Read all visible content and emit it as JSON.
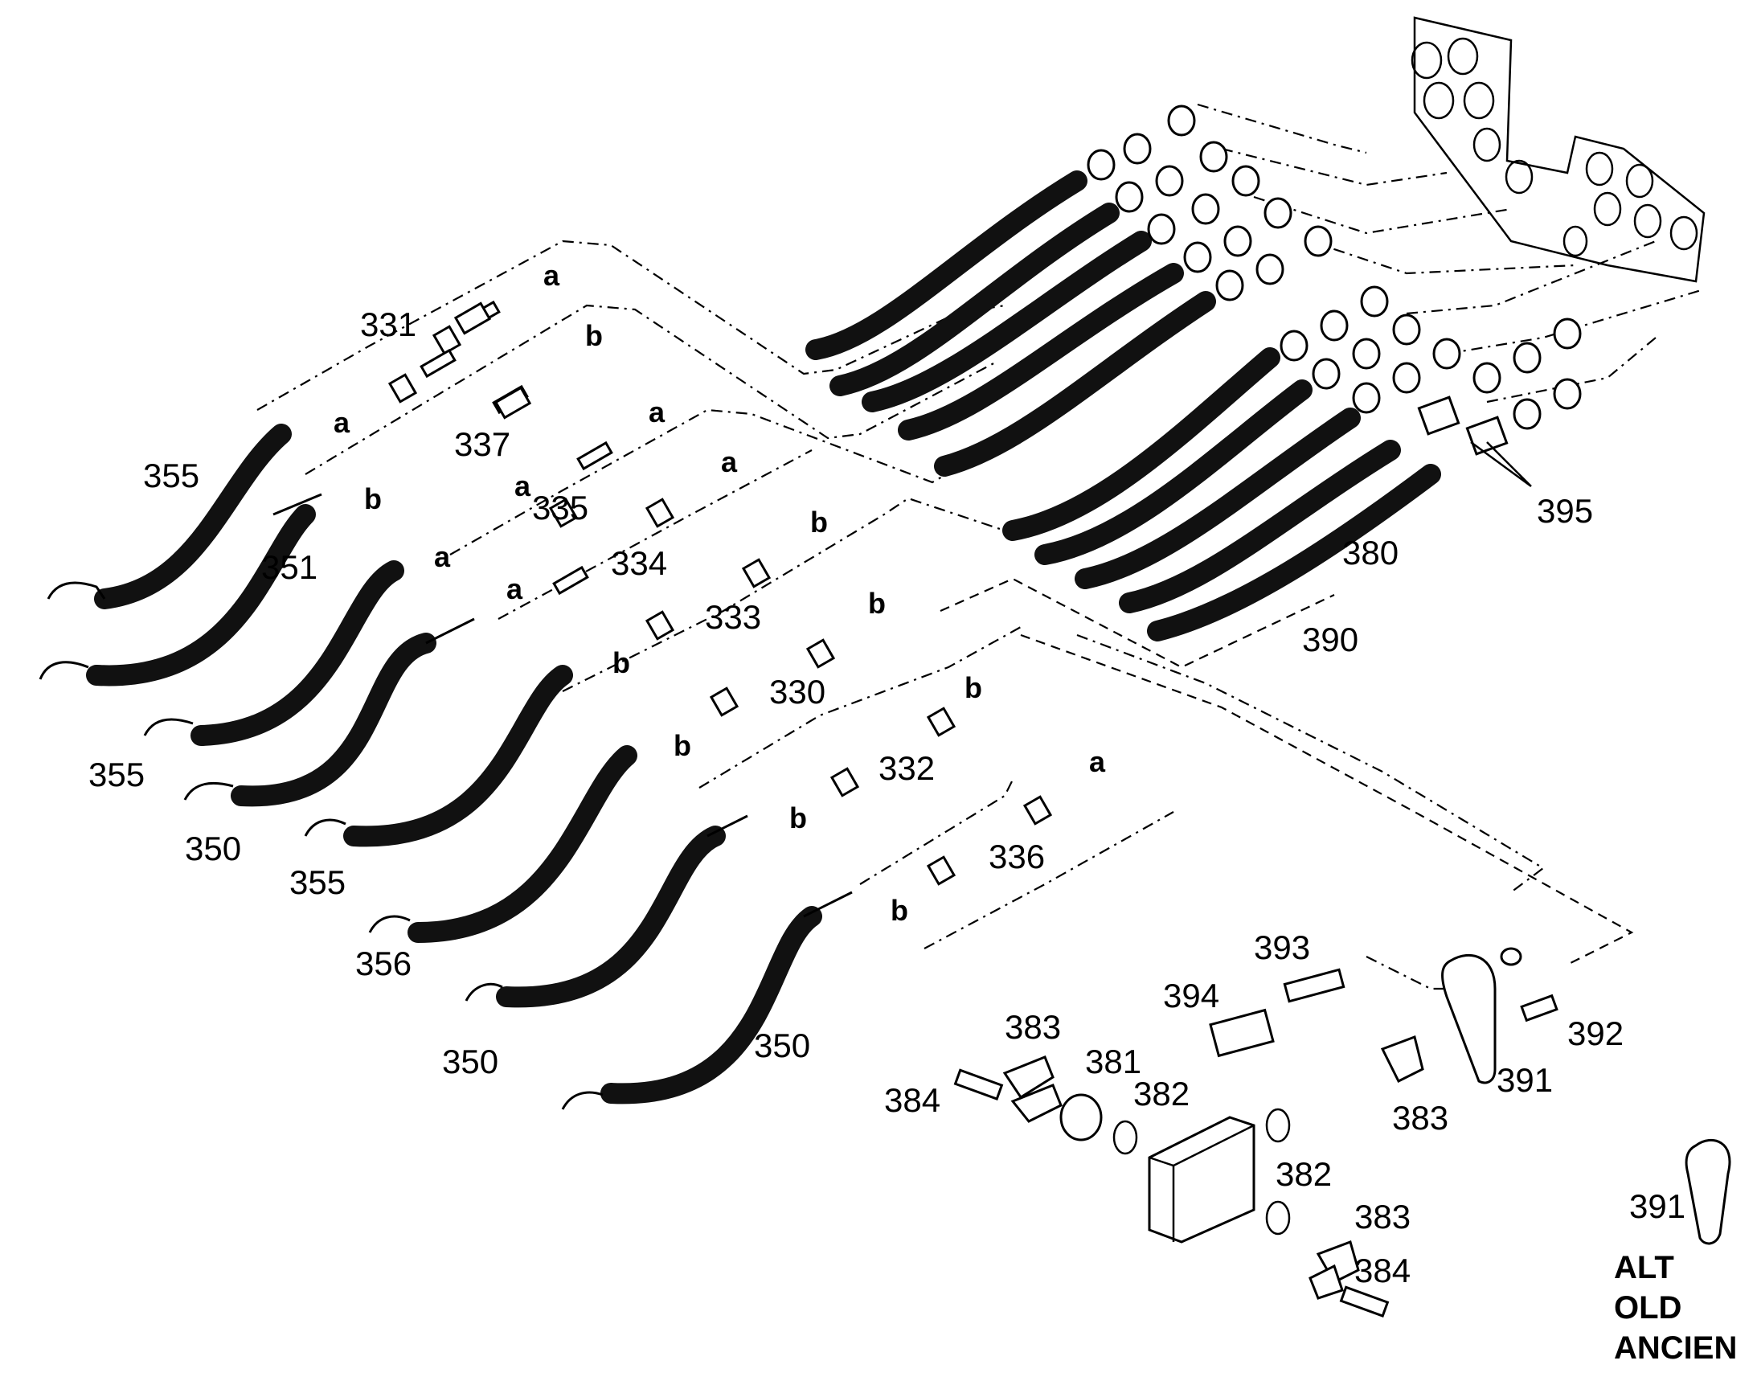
{
  "part_labels": [
    {
      "id": "l331",
      "text": "331"
    },
    {
      "id": "l337",
      "text": "337"
    },
    {
      "id": "l355a",
      "text": "355"
    },
    {
      "id": "l351",
      "text": "351"
    },
    {
      "id": "l335",
      "text": "335"
    },
    {
      "id": "l334",
      "text": "334"
    },
    {
      "id": "l333",
      "text": "333"
    },
    {
      "id": "l330",
      "text": "330"
    },
    {
      "id": "l355b",
      "text": "355"
    },
    {
      "id": "l350a",
      "text": "350"
    },
    {
      "id": "l355c",
      "text": "355"
    },
    {
      "id": "l332",
      "text": "332"
    },
    {
      "id": "l336",
      "text": "336"
    },
    {
      "id": "l356",
      "text": "356"
    },
    {
      "id": "l350b",
      "text": "350"
    },
    {
      "id": "l350c",
      "text": "350"
    },
    {
      "id": "l395",
      "text": "395"
    },
    {
      "id": "l380",
      "text": "380"
    },
    {
      "id": "l390",
      "text": "390"
    },
    {
      "id": "l393",
      "text": "393"
    },
    {
      "id": "l394",
      "text": "394"
    },
    {
      "id": "l392",
      "text": "392"
    },
    {
      "id": "l391a",
      "text": "391"
    },
    {
      "id": "l383a",
      "text": "383"
    },
    {
      "id": "l381",
      "text": "381"
    },
    {
      "id": "l382a",
      "text": "382"
    },
    {
      "id": "l384a",
      "text": "384"
    },
    {
      "id": "l383b",
      "text": "383"
    },
    {
      "id": "l382b",
      "text": "382"
    },
    {
      "id": "l383c",
      "text": "383"
    },
    {
      "id": "l384b",
      "text": "384"
    },
    {
      "id": "l391b",
      "text": "391"
    }
  ],
  "connection_letters": [
    "a",
    "b",
    "a",
    "b",
    "a",
    "a",
    "a",
    "b",
    "b",
    "b",
    "b",
    "b",
    "b",
    "a",
    "b",
    "a",
    "a"
  ],
  "note_lines": [
    "ALT",
    "OLD",
    "ANCIEN"
  ],
  "colors": {
    "line": "#000000",
    "hose": "#111111",
    "background": "#ffffff"
  }
}
